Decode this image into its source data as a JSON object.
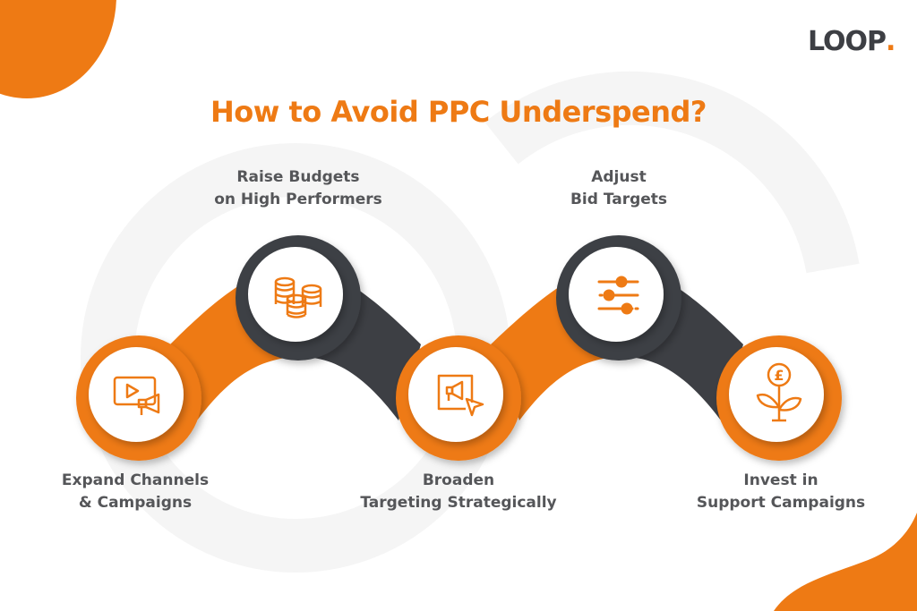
{
  "brand": {
    "logo_text_main": "LOOP",
    "logo_text_dot": ".",
    "accent_color": "#ee7a14",
    "dark_color": "#3d3f44"
  },
  "title": "How to Avoid PPC Underspend?",
  "steps": [
    {
      "index": 1,
      "line1": "Expand Channels",
      "line2": "& Campaigns",
      "icon": "video-megaphone-icon",
      "ring_color": "#ee7a14",
      "position": "bottom"
    },
    {
      "index": 2,
      "line1": "Raise Budgets",
      "line2": "on High Performers",
      "icon": "coin-stacks-icon",
      "ring_color": "#3d3f44",
      "position": "top"
    },
    {
      "index": 3,
      "line1": "Broaden",
      "line2": "Targeting Strategically",
      "icon": "megaphone-cursor-icon",
      "ring_color": "#ee7a14",
      "position": "bottom"
    },
    {
      "index": 4,
      "line1": "Adjust",
      "line2": "Bid Targets",
      "icon": "sliders-icon",
      "ring_color": "#3d3f44",
      "position": "top"
    },
    {
      "index": 5,
      "line1": "Invest in",
      "line2": "Support Campaigns",
      "icon": "pound-plant-icon",
      "ring_color": "#ee7a14",
      "position": "bottom"
    }
  ]
}
